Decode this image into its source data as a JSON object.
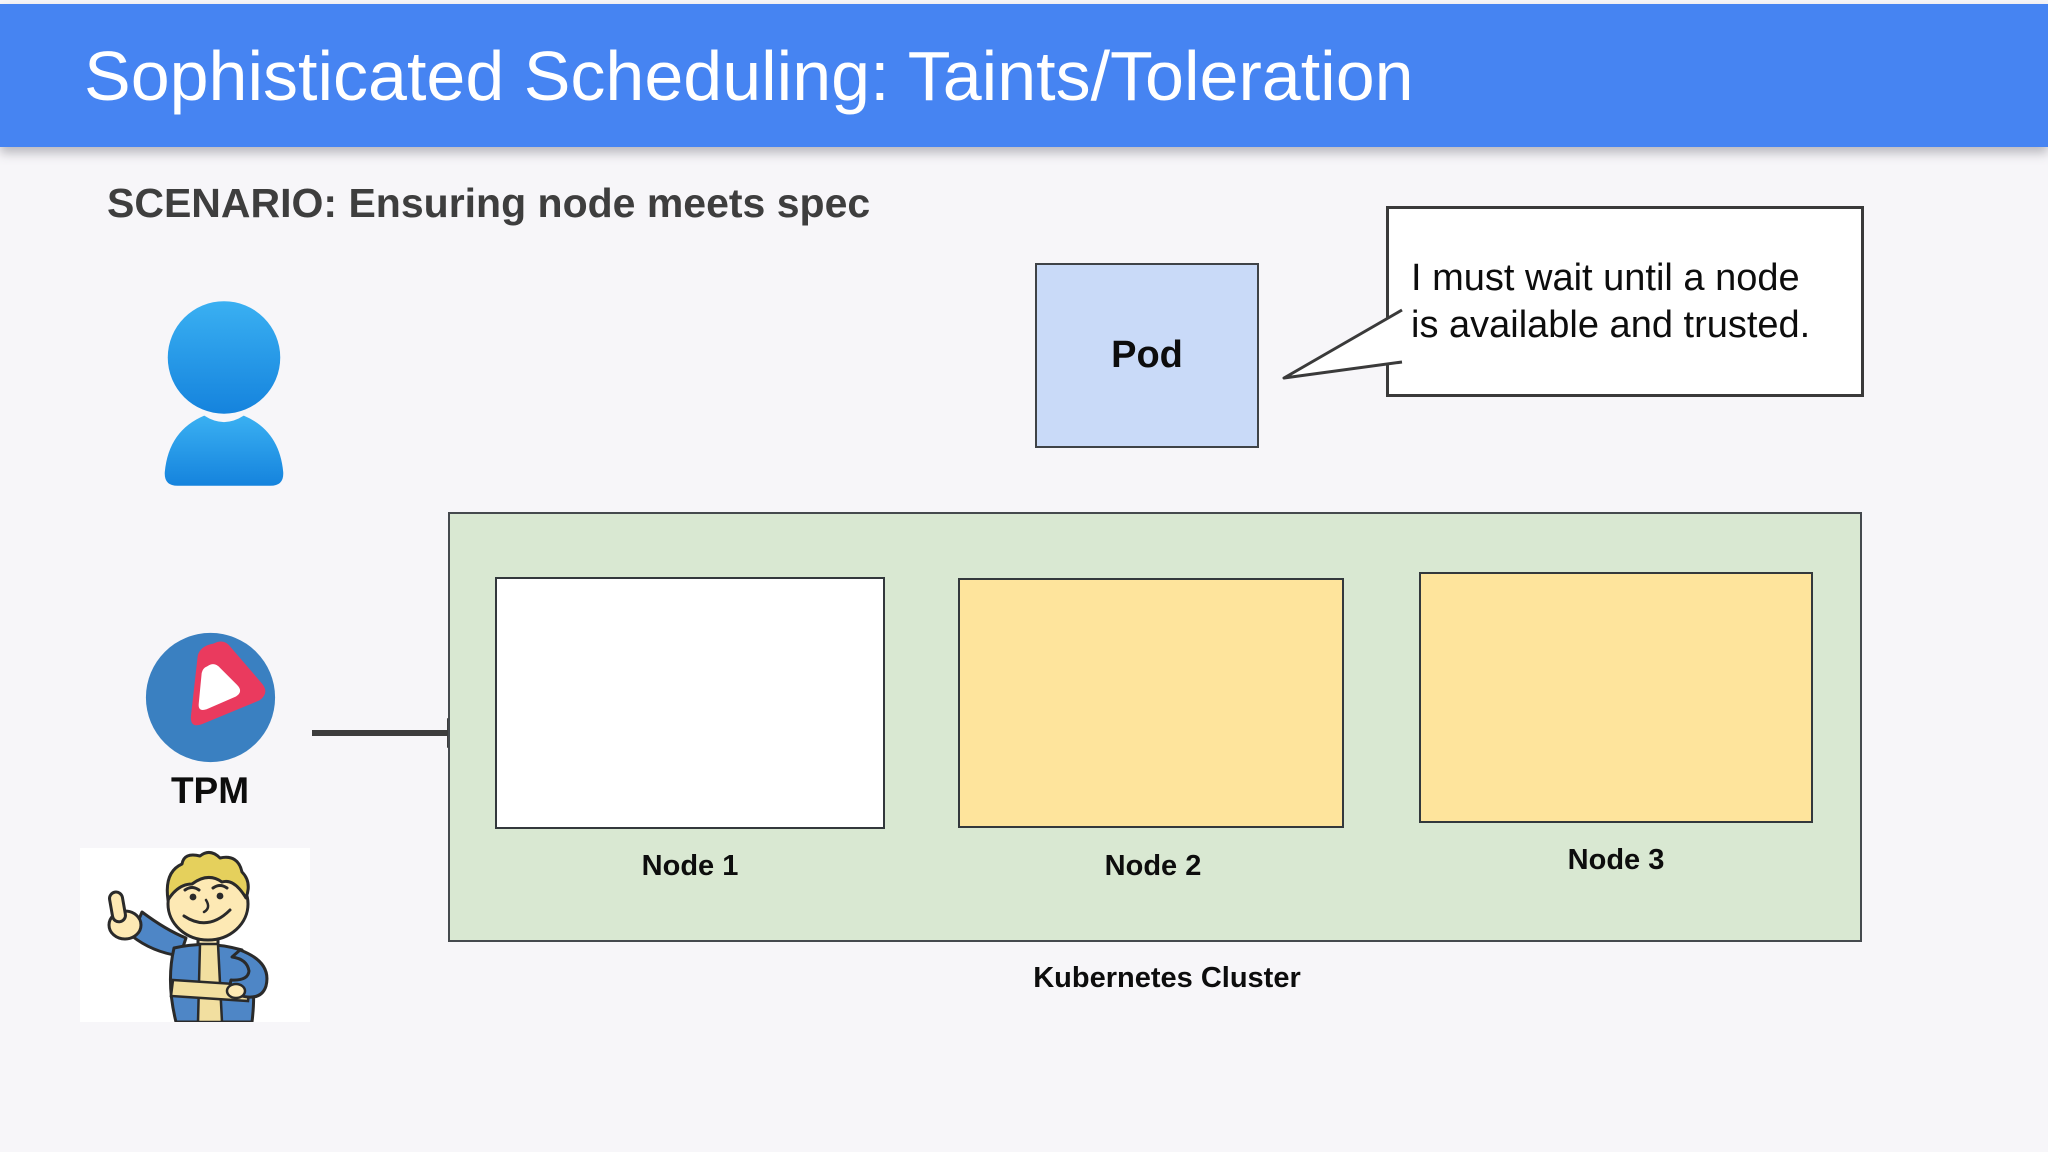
{
  "header": {
    "title": "Sophisticated Scheduling: Taints/Toleration",
    "background_color": "#4684f2"
  },
  "scenario": {
    "heading": "SCENARIO: Ensuring node meets spec"
  },
  "pod": {
    "label": "Pod",
    "fill_color": "#c9daf8"
  },
  "speech_bubble": {
    "line1": "I must wait until a node",
    "line2": "is available and trusted."
  },
  "cluster": {
    "label": "Kubernetes Cluster",
    "fill_color": "#d9e8d2",
    "nodes": [
      {
        "label": "Node 1",
        "fill_color": "#ffffff"
      },
      {
        "label": "Node 2",
        "fill_color": "#fee49c"
      },
      {
        "label": "Node 3",
        "fill_color": "#fee49c"
      }
    ]
  },
  "actors": {
    "user_icon": "user-silhouette-icon",
    "tpm": {
      "label": "TPM",
      "icon": "tpm-logo-icon"
    },
    "approval_image": "vault-boy-thumbs-up-image",
    "arrow_icon": "right-arrow-icon"
  },
  "colors": {
    "page_background": "#f7f6f9",
    "border_dark": "#3b4045",
    "person_blue": "#2196f3",
    "tpm_blue": "#3a80c1",
    "tpm_red": "#ea3a5e",
    "arrow_gray": "#3d3d3d"
  }
}
